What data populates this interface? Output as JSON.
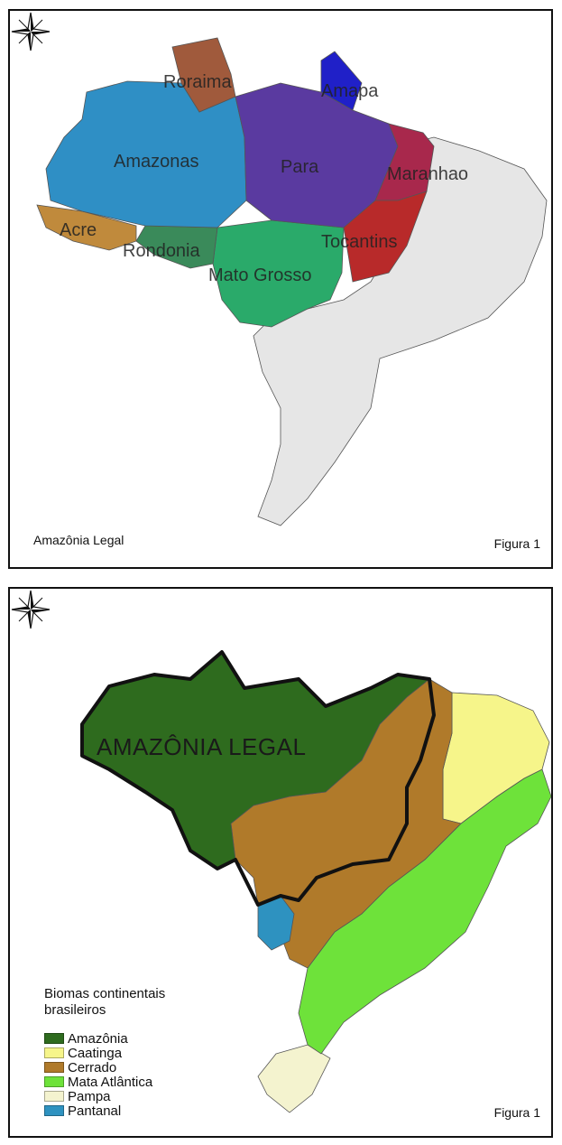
{
  "figure_top": {
    "title": "Amazônia Legal",
    "figure_label": "Figura 1",
    "states": [
      {
        "name": "Roraima",
        "color": "#a05a3c"
      },
      {
        "name": "Amapa",
        "color": "#2020c8"
      },
      {
        "name": "Amazonas",
        "color": "#2f8fc5"
      },
      {
        "name": "Para",
        "color": "#5a3aa0"
      },
      {
        "name": "Maranhao",
        "color": "#a8284c"
      },
      {
        "name": "Acre",
        "color": "#c08a3c"
      },
      {
        "name": "Rondonia",
        "color": "#3a8a5a"
      },
      {
        "name": "Tocantins",
        "color": "#b82a2a"
      },
      {
        "name": "Mato Grosso",
        "color": "#2aaa6a"
      }
    ],
    "rest_of_country_color": "#e6e6e6"
  },
  "figure_bottom": {
    "region_label": "AMAZÔNIA LEGAL",
    "legend_title": "Biomas continentais brasileiros",
    "figure_label": "Figura 1",
    "legend": [
      {
        "label": "Amazônia",
        "color": "#2e6b1e"
      },
      {
        "label": "Caatinga",
        "color": "#f6f58a"
      },
      {
        "label": "Cerrado",
        "color": "#b07a2a"
      },
      {
        "label": "Mata Atlântica",
        "color": "#6ee23a"
      },
      {
        "label": "Pampa",
        "color": "#f4f3cf"
      },
      {
        "label": "Pantanal",
        "color": "#2e92c0"
      }
    ]
  }
}
